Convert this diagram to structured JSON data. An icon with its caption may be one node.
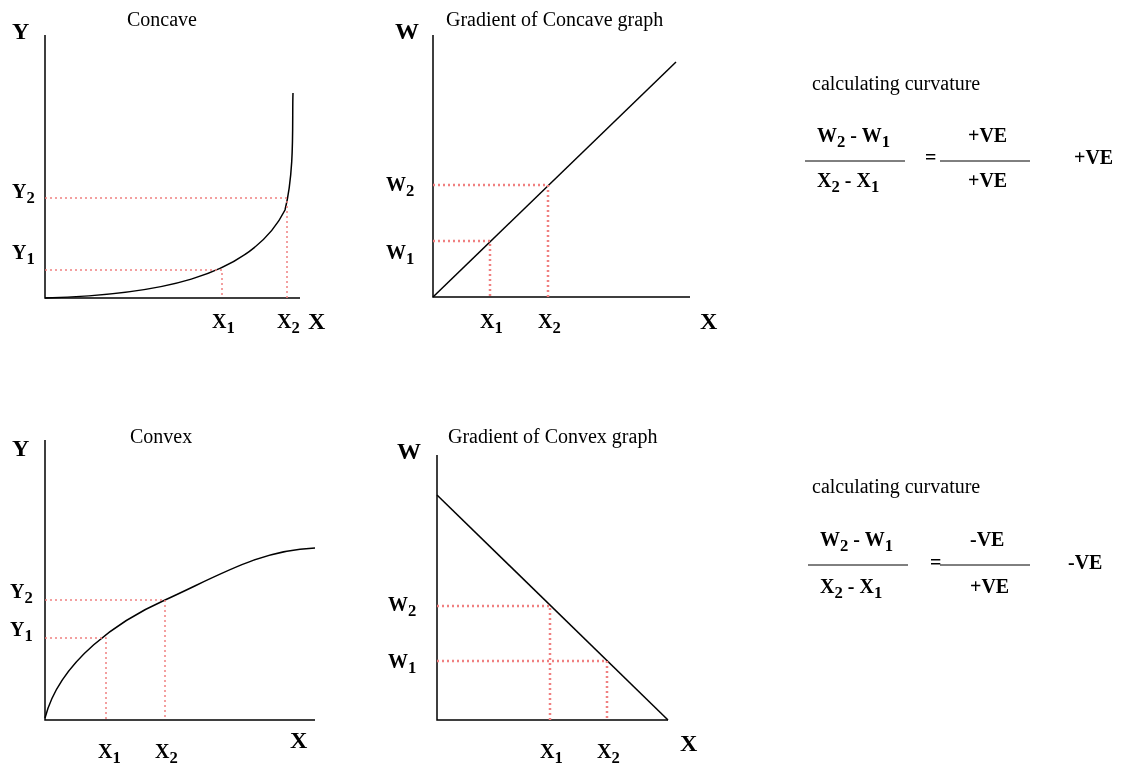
{
  "diagram": {
    "labels": [
      "Concave",
      "Y",
      "Y$_{2}$",
      "Y$_{1}$",
      "X$_{1}$",
      "X$_{2}$",
      "X",
      "Gradient of Concave graph",
      "W",
      "W$_{2}$",
      "W$_{1}$",
      "X$_{1}$",
      "X$_{2}$",
      "X",
      "calculating curvature",
      "W$_{2}$ - W$_{1}$",
      "X$_{2}$ - X$_{1}$",
      "=",
      "+VE",
      "+VE",
      "+VE",
      "Convex",
      "Y",
      "Y$_{2}$",
      "Y$_{1}$",
      "X$_{1}$",
      "X$_{2}$",
      "X",
      "Gradient of Convex graph",
      "W",
      "W$_{2}$",
      "W$_{1}$",
      "X$_{1}$",
      "X$_{2}$",
      "X",
      "calculating curvature",
      "W$_{2}$ - W$_{1}$",
      "X$_{2}$ - X$_{1}$",
      "=",
      "-VE",
      "+VE",
      "-VE"
    ]
  }
}
